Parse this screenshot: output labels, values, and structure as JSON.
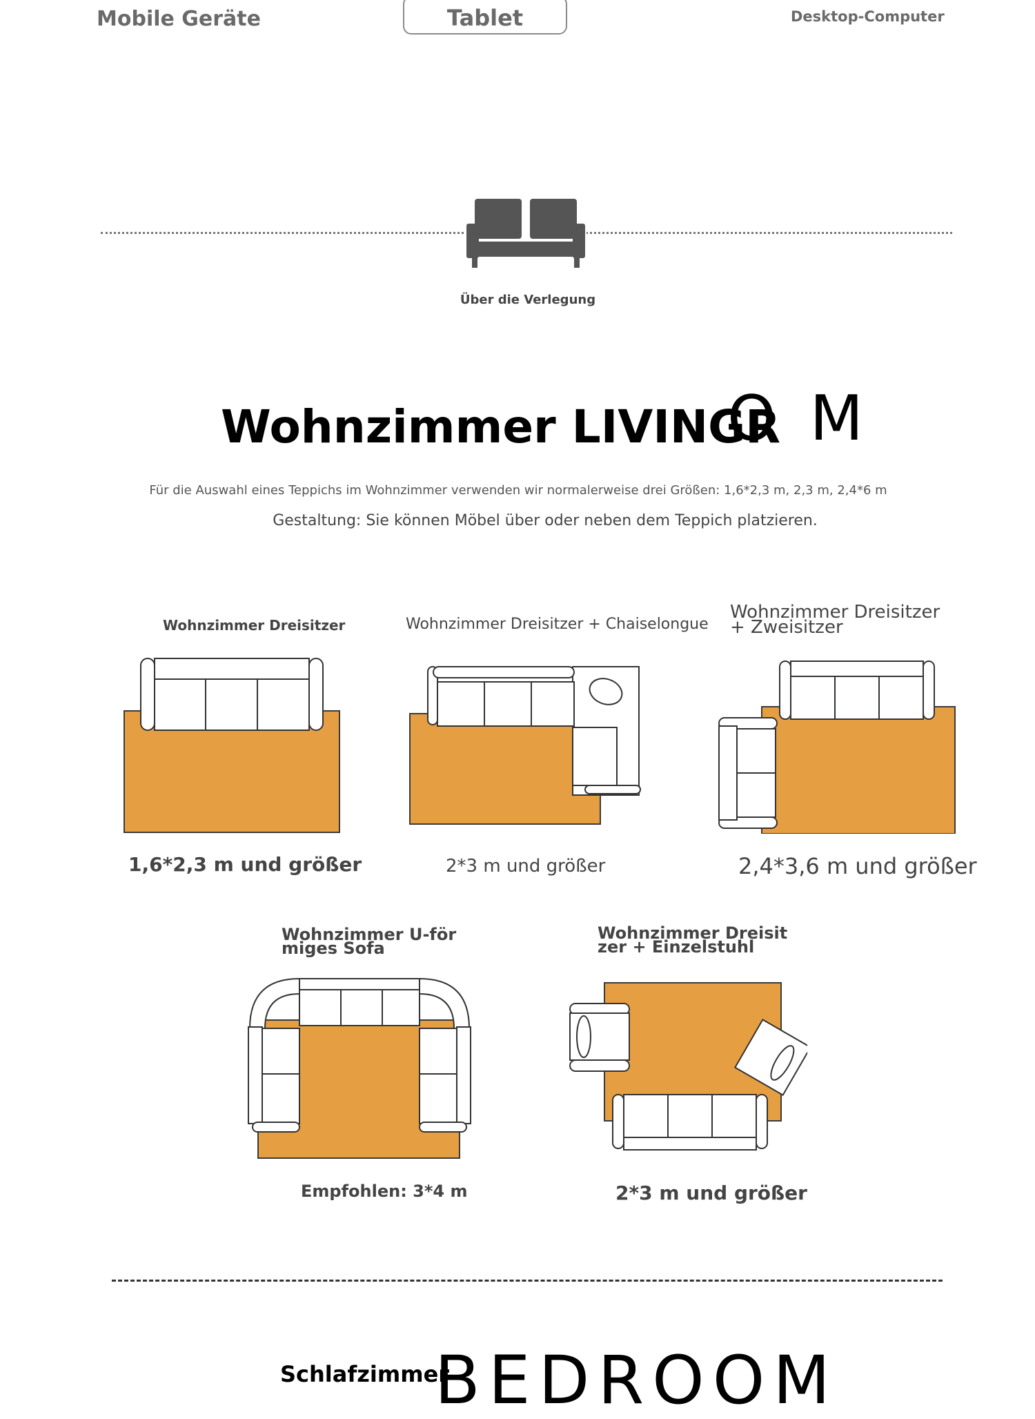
{
  "tabs": {
    "mobile": "Mobile Geräte",
    "tablet": "Tablet",
    "desktop": "Desktop-Computer"
  },
  "section": {
    "about": "Über die Verlegung"
  },
  "living": {
    "title": "Wohnzimmer LIVINGR",
    "title_suffix": "O M",
    "desc1": "Für die Auswahl eines Teppichs im Wohnzimmer verwenden wir normalerweise drei Größen: 1,6*2,3 m, 2,3 m, 2,4*6 m",
    "desc2": "Gestaltung: Sie können Möbel über oder neben dem Teppich platzieren.",
    "items": [
      {
        "label": "Wohnzimmer Dreisitzer",
        "size": "1,6*2,3 m und größer"
      },
      {
        "label": "Wohnzimmer Dreisitzer + Chaiselongue",
        "size": "2*3 m und größer"
      },
      {
        "label_line1": "Wohnzimmer Dreisitzer",
        "label_line2": "+ Zweisitzer",
        "size": "2,4*3,6 m und größer"
      },
      {
        "label_line1": "Wohnzimmer U-för",
        "label_line2": "miges Sofa",
        "size": "Empfohlen: 3*4 m"
      },
      {
        "label_line1": "Wohnzimmer Dreisit",
        "label_line2": "zer + Einzelstuhl",
        "size": "2*3 m und größer"
      }
    ]
  },
  "bedroom": {
    "label": "Schlafzimmer",
    "title": "BEDROOM"
  },
  "colors": {
    "rug": "#E59F42",
    "outline": "#3a3a3a",
    "icon": "#555555"
  }
}
